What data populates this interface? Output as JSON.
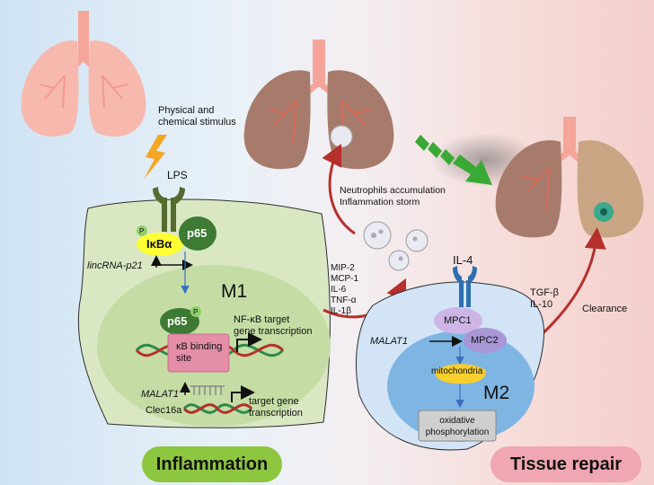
{
  "stimulus_label": [
    "Physical and",
    "chemical stimulus"
  ],
  "lps_label": "LPS",
  "p65_label": "p65",
  "ikba_label": "IκBα",
  "p_label": "P",
  "lincrna_label": "lincRNA-p21",
  "m1_label": "M1",
  "p65_nuclear_label": "p65",
  "kb_site_label": [
    "κB binding",
    "site"
  ],
  "nfkb_label": [
    "NF-κB target",
    "gene transcription"
  ],
  "malat1_m1_label": "MALAT1",
  "clec16a_label": "Clec16a",
  "target_gene_label": [
    "target gene",
    "transcription"
  ],
  "cytokines_label": [
    "MIP-2",
    "MCP-1",
    "IL-6",
    "TNF-α",
    "IL-1β"
  ],
  "neutrophils_label": [
    "Neutrophils accumulation",
    "Inflammation storm"
  ],
  "il4_label": "IL-4",
  "mpc1_label": "MPC1",
  "mpc2_label": "MPC2",
  "malat1_m2_label": "MALAT1",
  "mitochondria_label": "mitochondria",
  "m2_label": "M2",
  "oxphos_label": [
    "oxidative",
    "phosphorylation"
  ],
  "tgf_label": [
    "TGF-β",
    "IL-10"
  ],
  "clearance_label": "Clearance",
  "inflammation_label": "Inflammation",
  "tissue_repair_label": "Tissue repair",
  "colors": {
    "healthy_lung": "#f7b9ae",
    "damaged_lung": "#a77b6c",
    "trachea": "#f6a59b",
    "m1_cell": "#d9e7c3",
    "m1_nucleus": "#c5dda5",
    "m2_cell": "#d2e4f5",
    "m2_nucleus": "#7fb5e3",
    "inflammation_pill": "#8dc63f",
    "repair_pill": "#f0a6b3",
    "arrow_red": "#b5302d",
    "arrow_green": "#3aa935",
    "receptor": "#556b2f",
    "il4_receptor": "#2f6fb0"
  }
}
